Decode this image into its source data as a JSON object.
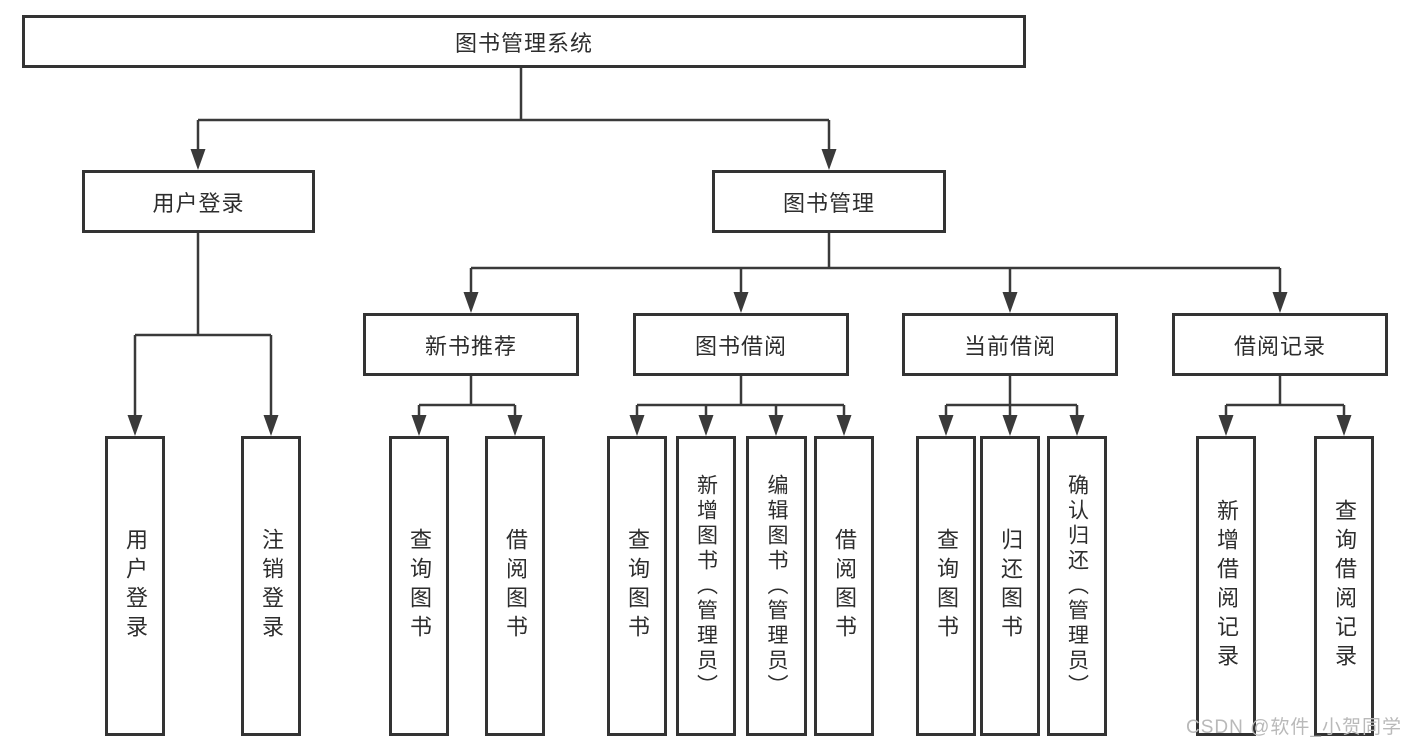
{
  "diagram_type": "hierarchy-tree",
  "tree": {
    "label": "图书管理系统",
    "children": [
      {
        "label": "用户登录",
        "children": [
          {
            "label": "用户登录"
          },
          {
            "label": "注销登录"
          }
        ]
      },
      {
        "label": "图书管理",
        "children": [
          {
            "label": "新书推荐",
            "children": [
              {
                "label": "查询图书"
              },
              {
                "label": "借阅图书"
              }
            ]
          },
          {
            "label": "图书借阅",
            "children": [
              {
                "label": "查询图书"
              },
              {
                "label": "新增图书（管理员）"
              },
              {
                "label": "编辑图书（管理员）"
              },
              {
                "label": "借阅图书"
              }
            ]
          },
          {
            "label": "当前借阅",
            "children": [
              {
                "label": "查询图书"
              },
              {
                "label": "归还图书"
              },
              {
                "label": "确认归还（管理员）"
              }
            ]
          },
          {
            "label": "借阅记录",
            "children": [
              {
                "label": "新增借阅记录"
              },
              {
                "label": "查询借阅记录"
              }
            ]
          }
        ]
      }
    ]
  },
  "watermark": {
    "text": "CSDN @软件_小贺同学"
  },
  "colors": {
    "background": "#ffffff",
    "line": "#3a3a3a",
    "box_border": "#333333",
    "text": "#2d2d2d",
    "watermark": "#b9b9b9"
  }
}
